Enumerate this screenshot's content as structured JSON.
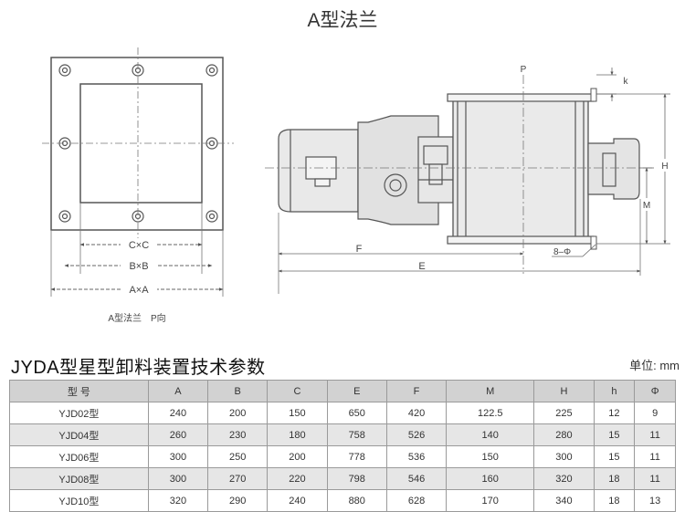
{
  "title": "A型法兰",
  "drawing": {
    "flange_caption": "A型法兰　P向",
    "dims": {
      "cc": "C×C",
      "bb": "B×B",
      "aa": "A×A",
      "p": "P",
      "k": "k",
      "h_total": "H",
      "m": "M",
      "f": "F",
      "e": "E",
      "holes": "8–Φ"
    }
  },
  "spec": {
    "heading": "JYDA型星型卸料装置技术参数",
    "unit": "单位: mm",
    "headers": [
      "型 号",
      "A",
      "B",
      "C",
      "E",
      "F",
      "M",
      "H",
      "h",
      "Φ"
    ],
    "rows": [
      [
        "YJD02型",
        "240",
        "200",
        "150",
        "650",
        "420",
        "122.5",
        "225",
        "12",
        "9"
      ],
      [
        "YJD04型",
        "260",
        "230",
        "180",
        "758",
        "526",
        "140",
        "280",
        "15",
        "11"
      ],
      [
        "YJD06型",
        "300",
        "250",
        "200",
        "778",
        "536",
        "150",
        "300",
        "15",
        "11"
      ],
      [
        "YJD08型",
        "300",
        "270",
        "220",
        "798",
        "546",
        "160",
        "320",
        "18",
        "11"
      ],
      [
        "YJD10型",
        "320",
        "290",
        "240",
        "880",
        "628",
        "170",
        "340",
        "18",
        "13"
      ]
    ]
  }
}
